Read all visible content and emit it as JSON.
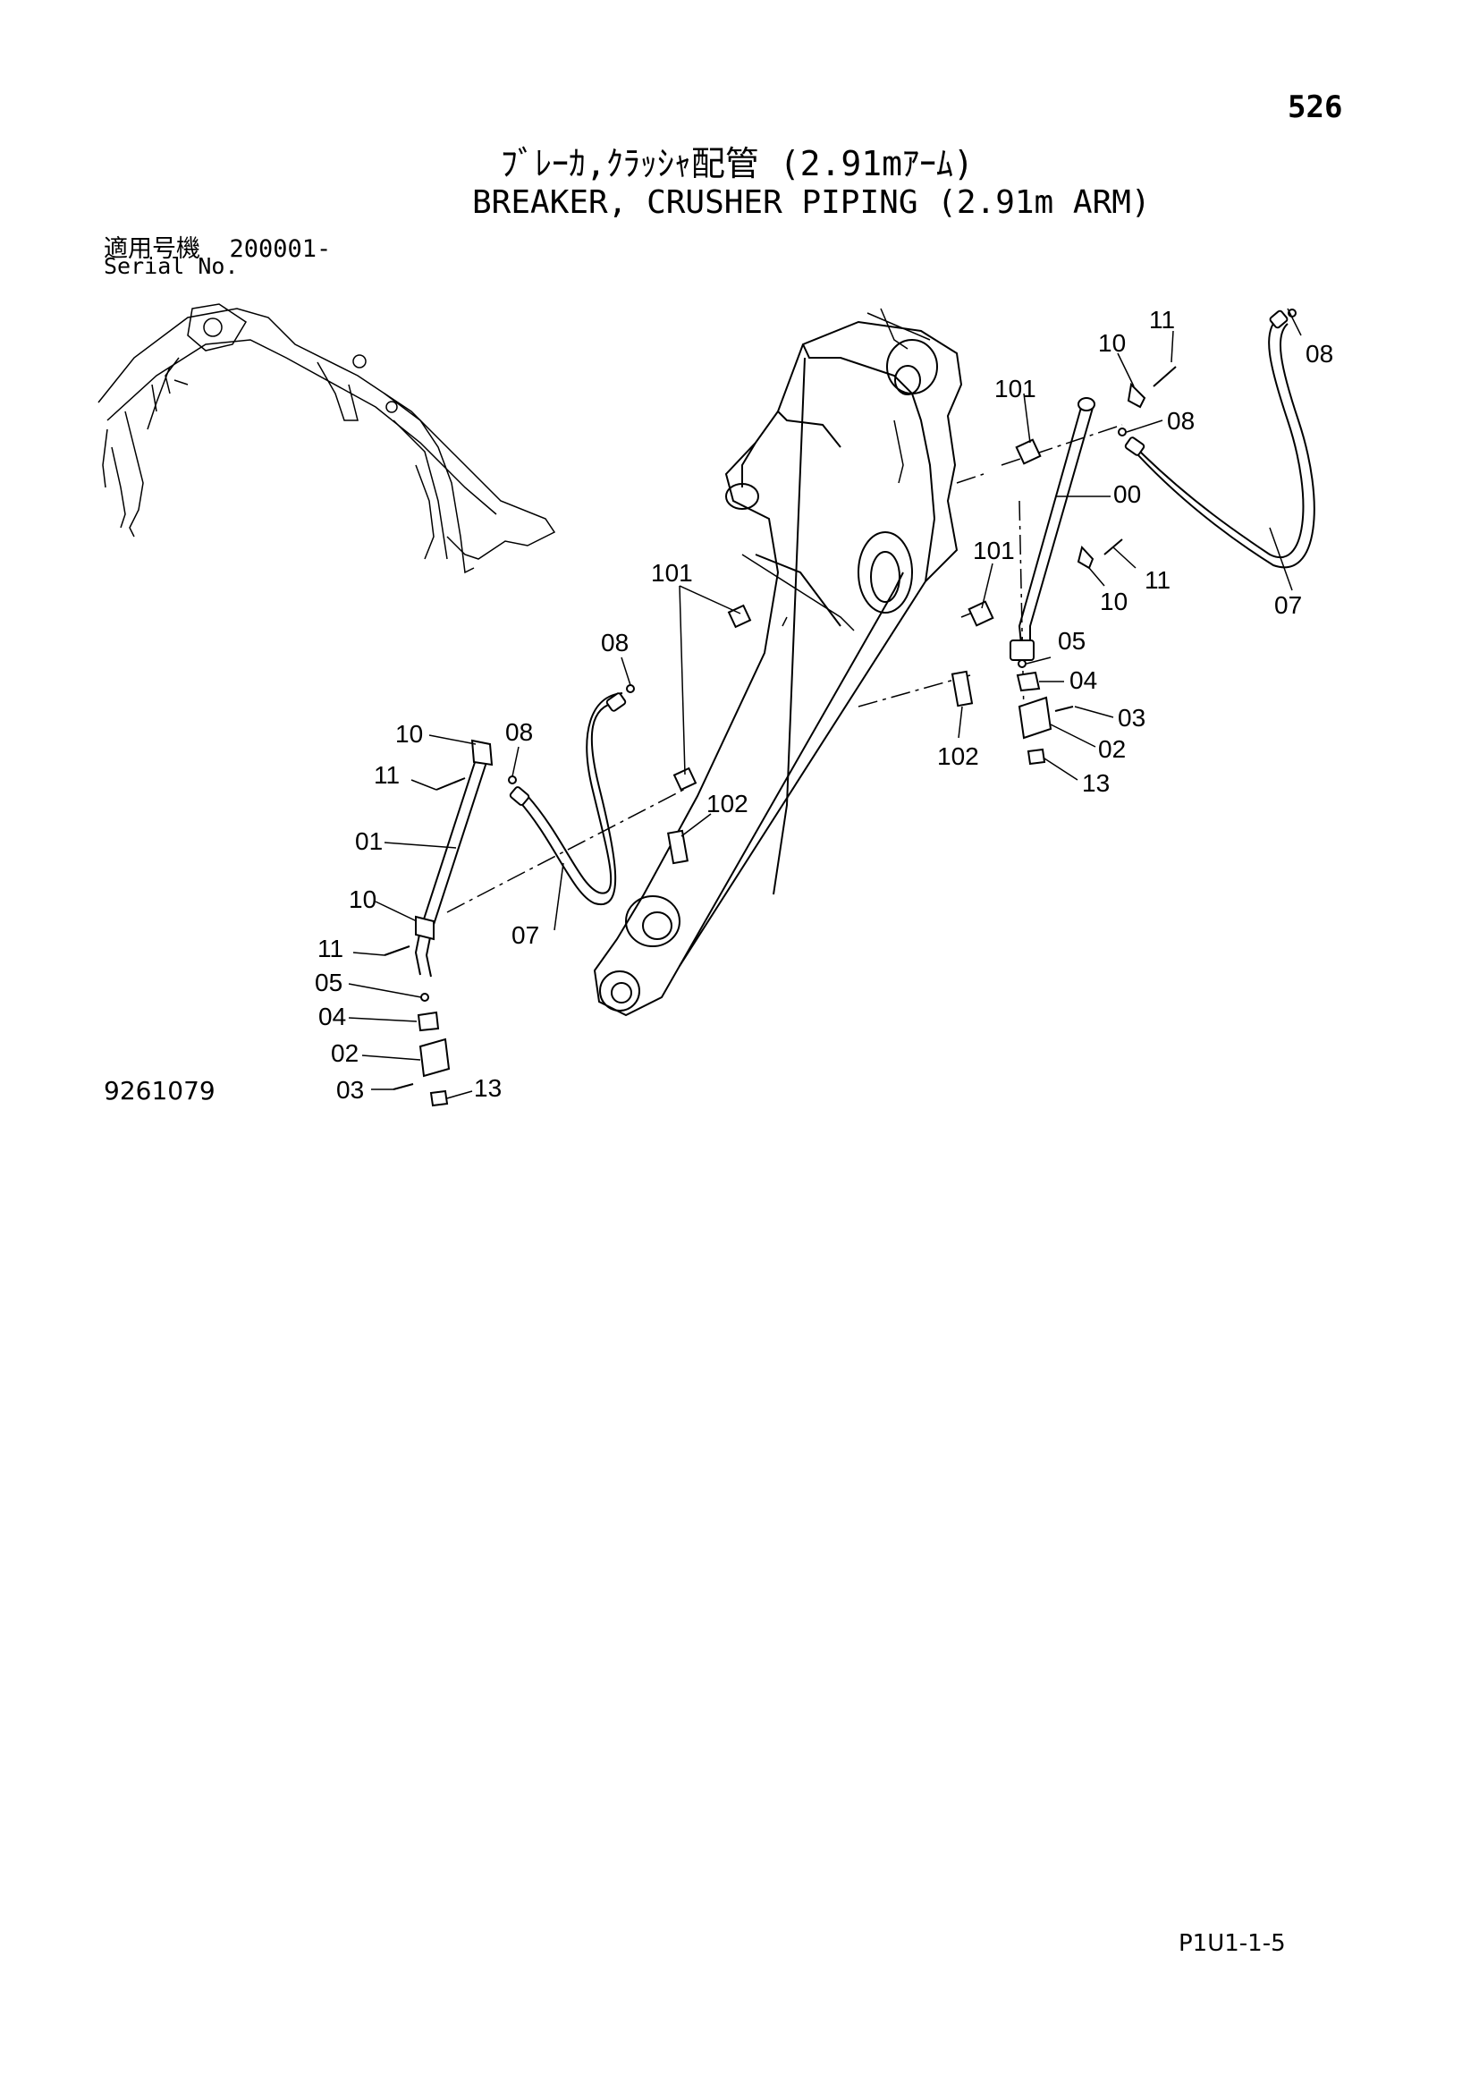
{
  "page": {
    "number": "526",
    "title_jp": "ﾌﾞﾚｰｶ,ｸﾗｯｼｬ配管 (2.91mｱｰﾑ)",
    "title_en": "BREAKER, CRUSHER PIPING (2.91m ARM)",
    "serial_label_jp": "適用号機",
    "serial_value": "200001-",
    "serial_label_en": "Serial No.",
    "drawing_number": "9261079",
    "page_code": "P1U1-1-5"
  },
  "callouts": {
    "c00": "00",
    "c01": "01",
    "c02a": "02",
    "c02b": "02",
    "c03a": "03",
    "c03b": "03",
    "c04a": "04",
    "c04b": "04",
    "c05a": "05",
    "c05b": "05",
    "c07a": "07",
    "c07b": "07",
    "c08a": "08",
    "c08b": "08",
    "c08c": "08",
    "c08d": "08",
    "c10a": "10",
    "c10b": "10",
    "c10c": "10",
    "c10d": "10",
    "c11a": "11",
    "c11b": "11",
    "c11c": "11",
    "c11d": "11",
    "c13a": "13",
    "c13b": "13",
    "c101a": "101",
    "c101b": "101",
    "c101c": "101",
    "c102a": "102",
    "c102b": "102"
  }
}
